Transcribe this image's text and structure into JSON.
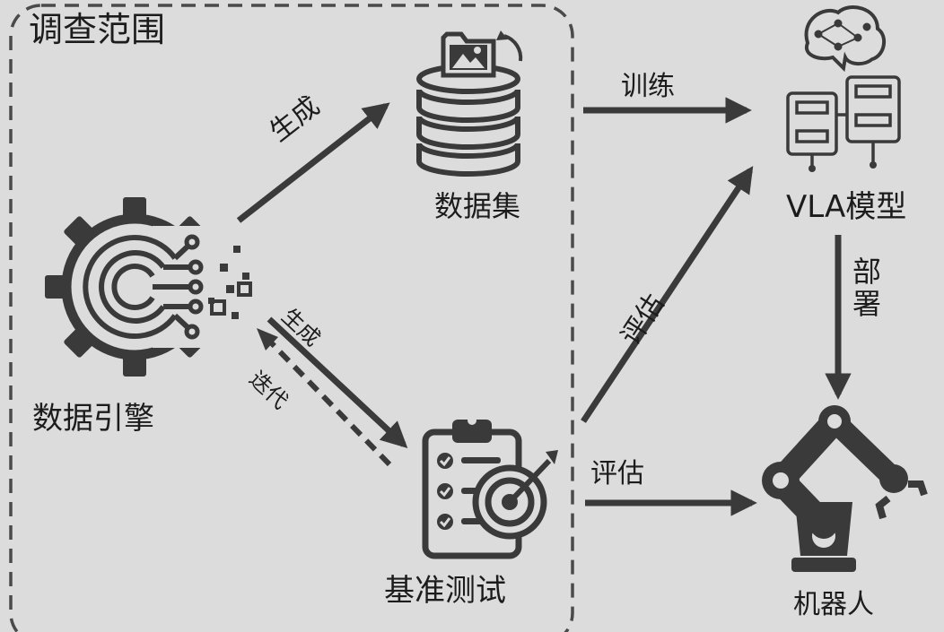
{
  "scope": {
    "title": "调查范围"
  },
  "nodes": {
    "data_engine": "数据引擎",
    "dataset": "数据集",
    "benchmark": "基准测试",
    "vla_model": "VLA模型",
    "robot": "机器人"
  },
  "edges": {
    "engine_to_dataset": "生成",
    "engine_to_benchmark": "生成",
    "benchmark_to_engine": "迭代",
    "dataset_to_model": "训练",
    "benchmark_to_model": "评估",
    "benchmark_to_robot": "评估",
    "model_to_robot": "部署"
  },
  "icons": {
    "data_engine": "gear-circuit-icon",
    "dataset": "database-image-icon",
    "benchmark": "clipboard-target-icon",
    "vla_model": "brain-network-icon",
    "robot": "robot-arm-icon"
  }
}
